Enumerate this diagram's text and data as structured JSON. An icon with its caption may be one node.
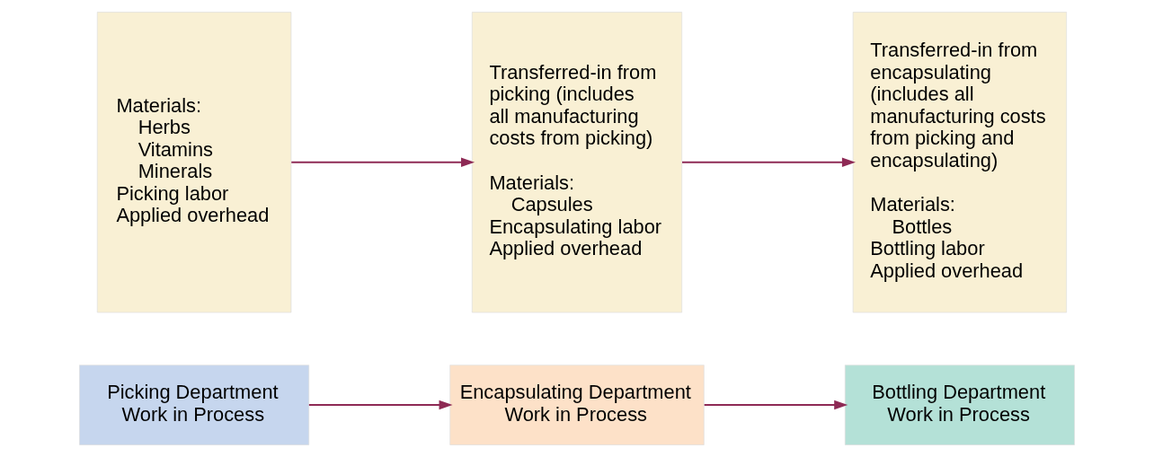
{
  "diagram": {
    "nodes": [
      {
        "text": [
          "Picking Department Work in Process"
        ]
      },
      {
        "text": [
          "Encapsulating Department Work in Process"
        ]
      },
      {
        "text": [
          "Bottling Department Work in Process"
        ]
      },
      {
        "text": [
          "Materials:",
          "Herbs",
          "Vitamins",
          "Minerals",
          "Picking labor",
          "Applied overhead"
        ]
      },
      {
        "text": [
          "Transferred-in from picking (includes all manufacturing costs from picking)",
          "Materials:",
          "Capsules",
          "Encapsulating labor",
          "Applied overhead"
        ]
      },
      {
        "text": [
          "Transferred-in from encapsulating (includes all manufacturing costs from picking and encapsulating)",
          "Materials:",
          "Bottles",
          "Bottling labor",
          "Applied overhead"
        ]
      }
    ],
    "edges": [
      {
        "from": 0,
        "to": 1,
        "arrow": "to"
      },
      {
        "from": 1,
        "to": 2,
        "arrow": "to"
      },
      {
        "from": 3,
        "to": 4,
        "arrow": "to"
      },
      {
        "from": 4,
        "to": 5,
        "arrow": "to"
      }
    ]
  }
}
